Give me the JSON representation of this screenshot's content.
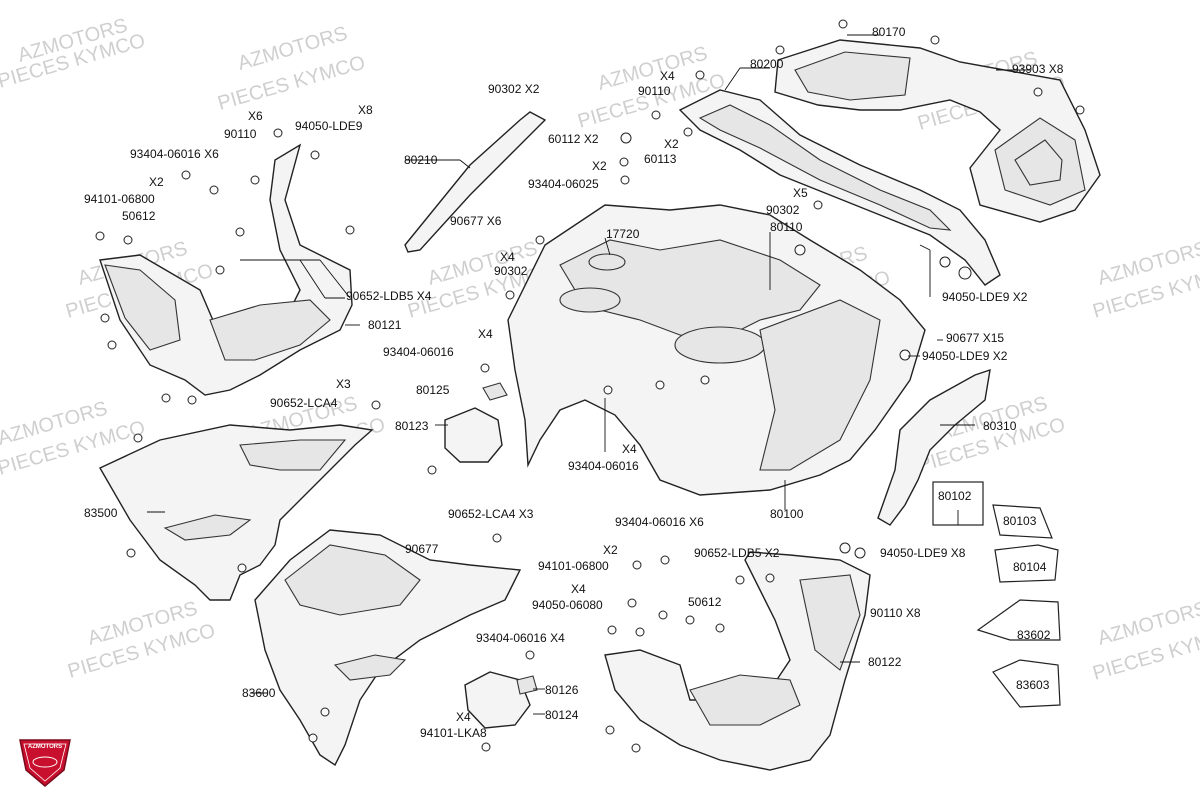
{
  "watermarks": [
    "AZMOTORS",
    "PIECES KYMCO",
    "AZMOTORS",
    "PIECES KYMCO",
    "AZMOTORS",
    "PIECES KYMCO",
    "AZMOTORS",
    "PIECES KYMCO",
    "AZMOTORS",
    "PIECES KYMCO",
    "AZMOTORS",
    "PIECES KYMCO",
    "AZMOTORS",
    "PIECES KYMCO",
    "AZMOTORS",
    "PIECES KYMCO",
    "AZMOTORS",
    "PIECES KYMCO",
    "AZMOTORS",
    "PIECES KYMCO",
    "AZMOTORS",
    "PIECES KYMCO",
    "AZMOTORS",
    "PIECES KYMCO",
    "AZMOTORS",
    "PIECES KYMCO"
  ],
  "logo": {
    "text": "AZMOTORS",
    "color": "#c8102e"
  },
  "labels": [
    "80170",
    "93903  X8",
    "80200",
    "X4",
    "90110",
    "90302  X2",
    "60112 X2",
    "X2",
    "60113",
    "X2",
    "93404-06025",
    "X5",
    "90302",
    "80110",
    "80210",
    "90677  X6",
    "17720",
    "X4",
    "90302",
    "X8",
    "X6",
    "90110",
    "94050-LDE9",
    "93404-06016 X6",
    "X2",
    "94101-06800",
    "50612",
    "90652-LDB5 X4",
    "80121",
    "X4",
    "93404-06016",
    "X3",
    "90652-LCA4",
    "80125",
    "80123",
    "94050-LDE9 X2",
    "90677  X15",
    "94050-LDE9 X2",
    "80310",
    "X4",
    "93404-06016",
    "80100",
    "80102",
    "80103",
    "80104",
    "83602",
    "83603",
    "83500",
    "90652-LCA4 X3",
    "90677",
    "93404-06016 X6",
    "X2",
    "94101-06800",
    "X4",
    "94050-06080",
    "50612",
    "90652-LDB5 X2",
    "94050-LDE9 X8",
    "90110  X8",
    "80122",
    "93404-06016 X4",
    "80126",
    "83600",
    "80124",
    "X4",
    "94101-LKA8"
  ]
}
